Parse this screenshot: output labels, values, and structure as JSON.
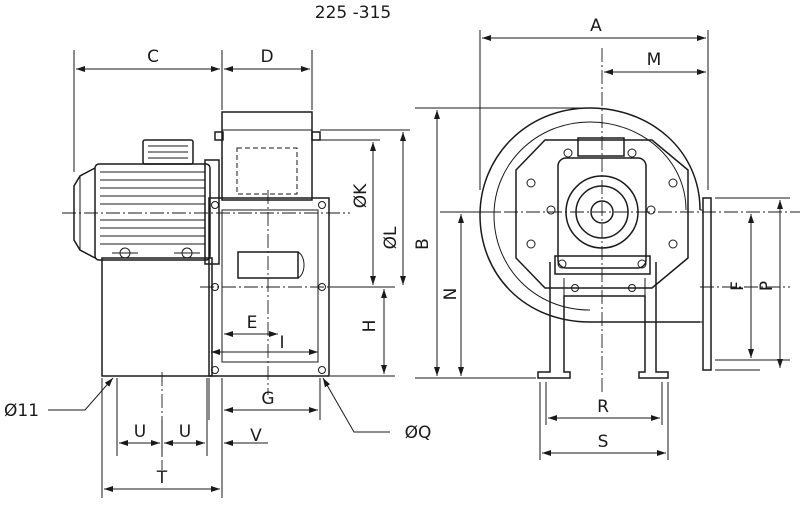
{
  "title": "225 -315",
  "dimensions": {
    "a": "A",
    "b": "B",
    "c": "C",
    "d": "D",
    "e": "E",
    "f": "F",
    "g": "G",
    "h": "H",
    "i": "I",
    "k": "ØK",
    "l": "ØL",
    "m": "M",
    "n": "N",
    "p": "P",
    "q": "ØQ",
    "r": "R",
    "s": "S",
    "t": "T",
    "u1": "U",
    "u2": "U",
    "v": "V",
    "hole": "Ø11"
  }
}
